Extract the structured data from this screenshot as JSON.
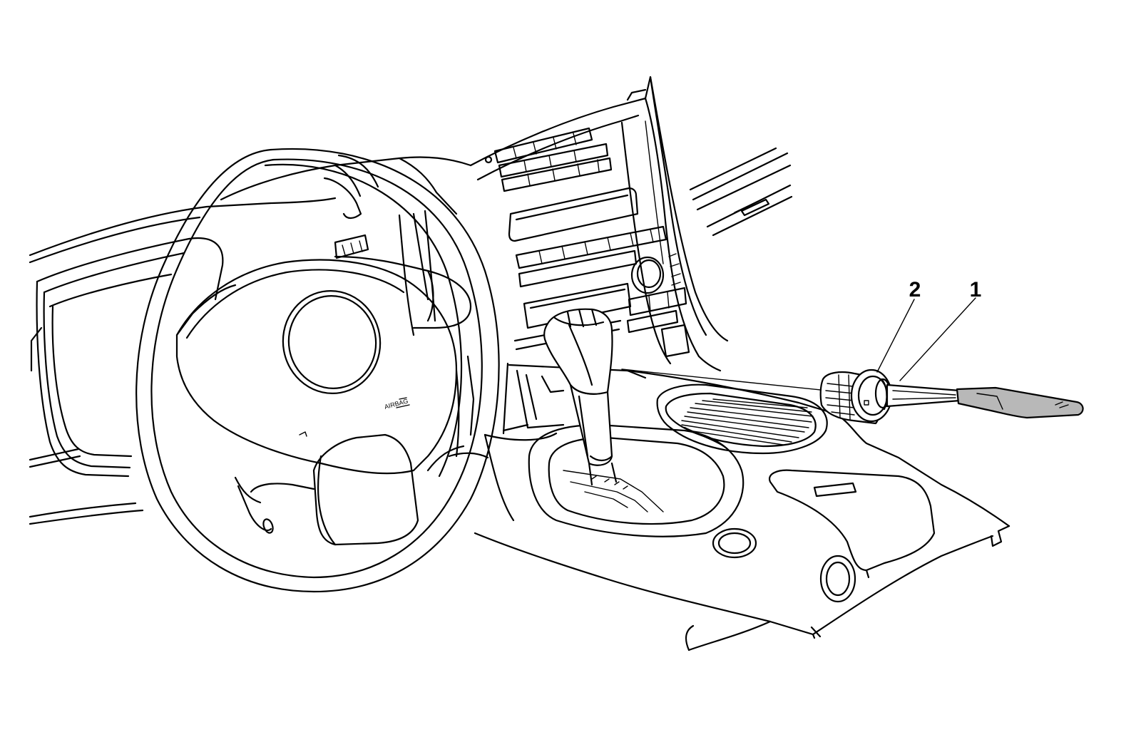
{
  "callouts": [
    {
      "label": "1",
      "target": "cigarette-lighter-element"
    },
    {
      "label": "2",
      "target": "cigarette-lighter-socket"
    }
  ],
  "wheel_text": {
    "airbag": "AIRBAG"
  }
}
